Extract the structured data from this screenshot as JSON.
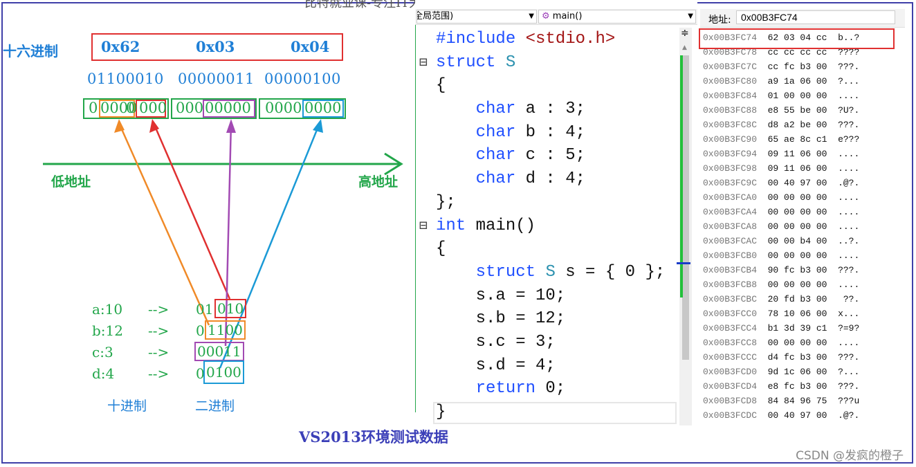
{
  "top_caption": "比特就业课-专注IT大学生就业的精品课程",
  "diagram": {
    "hex_label": "十六进制",
    "hex_values": [
      "0x62",
      "0x03",
      "0x04"
    ],
    "binary_values": [
      "01100010",
      "00000011",
      "00000100"
    ],
    "boxed_bytes": {
      "b0": [
        "0",
        "0000",
        "0",
        "000"
      ],
      "b1": [
        "000",
        "00000"
      ],
      "b2": [
        "0000",
        "0000"
      ]
    },
    "low_addr": "低地址",
    "high_addr": "高地址",
    "fields": [
      {
        "name": "a:10",
        "arrow": "-->",
        "prefix": "01",
        "bits": "010"
      },
      {
        "name": "b:12",
        "arrow": "-->",
        "prefix": "0",
        "bits": "1100"
      },
      {
        "name": "c:3",
        "arrow": "-->",
        "prefix": "",
        "bits": "00011"
      },
      {
        "name": "d:4",
        "arrow": "-->",
        "prefix": "0",
        "bits": "0100"
      }
    ],
    "decimal_label": "十进制",
    "binary_label": "二进制",
    "colors": {
      "a": "#e03030",
      "b": "#f08a28",
      "c": "#a24ab3",
      "d": "#1b9ad6",
      "green": "#22a64a",
      "blue": "#1f7fd6"
    }
  },
  "editor": {
    "scope_dropdown": "(全局范围)",
    "function_dropdown": "main()",
    "lines": [
      {
        "fold": "",
        "indent": 0,
        "tokens": [
          {
            "t": "#include ",
            "c": "kw"
          },
          {
            "t": "<stdio.h>",
            "c": "str"
          }
        ]
      },
      {
        "fold": "⊟",
        "indent": 0,
        "tokens": [
          {
            "t": "struct ",
            "c": "kw"
          },
          {
            "t": "S",
            "c": "ty"
          }
        ]
      },
      {
        "fold": "",
        "indent": 0,
        "tokens": [
          {
            "t": "{",
            "c": ""
          }
        ]
      },
      {
        "fold": "",
        "indent": 2,
        "tokens": [
          {
            "t": "char",
            "c": "kw"
          },
          {
            "t": " a : 3;",
            "c": ""
          }
        ]
      },
      {
        "fold": "",
        "indent": 2,
        "tokens": [
          {
            "t": "char",
            "c": "kw"
          },
          {
            "t": " b : 4;",
            "c": ""
          }
        ]
      },
      {
        "fold": "",
        "indent": 2,
        "tokens": [
          {
            "t": "char",
            "c": "kw"
          },
          {
            "t": " c : 5;",
            "c": ""
          }
        ]
      },
      {
        "fold": "",
        "indent": 2,
        "tokens": [
          {
            "t": "char",
            "c": "kw"
          },
          {
            "t": " d : 4;",
            "c": ""
          }
        ]
      },
      {
        "fold": "",
        "indent": 0,
        "tokens": [
          {
            "t": "};",
            "c": ""
          }
        ]
      },
      {
        "fold": "⊟",
        "indent": 0,
        "tokens": [
          {
            "t": "int",
            "c": "kw"
          },
          {
            "t": " main()",
            "c": ""
          }
        ]
      },
      {
        "fold": "",
        "indent": 0,
        "tokens": [
          {
            "t": "{",
            "c": ""
          }
        ]
      },
      {
        "fold": "",
        "indent": 2,
        "tokens": [
          {
            "t": "struct ",
            "c": "kw"
          },
          {
            "t": "S",
            "c": "ty"
          },
          {
            "t": " s = { 0 };",
            "c": ""
          }
        ]
      },
      {
        "fold": "",
        "indent": 2,
        "tokens": [
          {
            "t": "s.a = 10;",
            "c": ""
          }
        ]
      },
      {
        "fold": "",
        "indent": 2,
        "tokens": [
          {
            "t": "s.b = 12;",
            "c": ""
          }
        ]
      },
      {
        "fold": "",
        "indent": 2,
        "tokens": [
          {
            "t": "s.c = 3;",
            "c": ""
          }
        ]
      },
      {
        "fold": "",
        "indent": 2,
        "tokens": [
          {
            "t": "s.d = 4;",
            "c": ""
          }
        ]
      },
      {
        "fold": "",
        "indent": 2,
        "tokens": [
          {
            "t": "return",
            "c": "kw"
          },
          {
            "t": " 0;",
            "c": ""
          }
        ]
      },
      {
        "fold": "",
        "indent": 0,
        "tokens": [
          {
            "t": "}",
            "c": ""
          }
        ]
      }
    ]
  },
  "memory": {
    "address_label": "地址:",
    "address_value": "0x00B3FC74",
    "rows": [
      {
        "addr": "0x00B3FC74",
        "bytes": "62 03 04 cc",
        "ascii": "b..?"
      },
      {
        "addr": "0x00B3FC78",
        "bytes": "cc cc cc cc",
        "ascii": "????"
      },
      {
        "addr": "0x00B3FC7C",
        "bytes": "cc fc b3 00",
        "ascii": "???."
      },
      {
        "addr": "0x00B3FC80",
        "bytes": "a9 1a 06 00",
        "ascii": "?..."
      },
      {
        "addr": "0x00B3FC84",
        "bytes": "01 00 00 00",
        "ascii": "...."
      },
      {
        "addr": "0x00B3FC88",
        "bytes": "e8 55 be 00",
        "ascii": "?U?."
      },
      {
        "addr": "0x00B3FC8C",
        "bytes": "d8 a2 be 00",
        "ascii": "???."
      },
      {
        "addr": "0x00B3FC90",
        "bytes": "65 ae 8c c1",
        "ascii": "e???"
      },
      {
        "addr": "0x00B3FC94",
        "bytes": "09 11 06 00",
        "ascii": "...."
      },
      {
        "addr": "0x00B3FC98",
        "bytes": "09 11 06 00",
        "ascii": "...."
      },
      {
        "addr": "0x00B3FC9C",
        "bytes": "00 40 97 00",
        "ascii": ".@?."
      },
      {
        "addr": "0x00B3FCA0",
        "bytes": "00 00 00 00",
        "ascii": "...."
      },
      {
        "addr": "0x00B3FCA4",
        "bytes": "00 00 00 00",
        "ascii": "...."
      },
      {
        "addr": "0x00B3FCA8",
        "bytes": "00 00 00 00",
        "ascii": "...."
      },
      {
        "addr": "0x00B3FCAC",
        "bytes": "00 00 b4 00",
        "ascii": "..?."
      },
      {
        "addr": "0x00B3FCB0",
        "bytes": "00 00 00 00",
        "ascii": "...."
      },
      {
        "addr": "0x00B3FCB4",
        "bytes": "90 fc b3 00",
        "ascii": "???."
      },
      {
        "addr": "0x00B3FCB8",
        "bytes": "00 00 00 00",
        "ascii": "...."
      },
      {
        "addr": "0x00B3FCBC",
        "bytes": "20 fd b3 00",
        "ascii": " ??."
      },
      {
        "addr": "0x00B3FCC0",
        "bytes": "78 10 06 00",
        "ascii": "x..."
      },
      {
        "addr": "0x00B3FCC4",
        "bytes": "b1 3d 39 c1",
        "ascii": "?=9?"
      },
      {
        "addr": "0x00B3FCC8",
        "bytes": "00 00 00 00",
        "ascii": "...."
      },
      {
        "addr": "0x00B3FCCC",
        "bytes": "d4 fc b3 00",
        "ascii": "???."
      },
      {
        "addr": "0x00B3FCD0",
        "bytes": "9d 1c 06 00",
        "ascii": "?..."
      },
      {
        "addr": "0x00B3FCD4",
        "bytes": "e8 fc b3 00",
        "ascii": "???."
      },
      {
        "addr": "0x00B3FCD8",
        "bytes": "84 84 96 75",
        "ascii": "???u"
      },
      {
        "addr": "0x00B3FCDC",
        "bytes": "00 40 97 00",
        "ascii": ".@?."
      }
    ]
  },
  "bottom_caption": "VS2013环境测试数据",
  "watermark": "CSDN @发疯的橙子"
}
